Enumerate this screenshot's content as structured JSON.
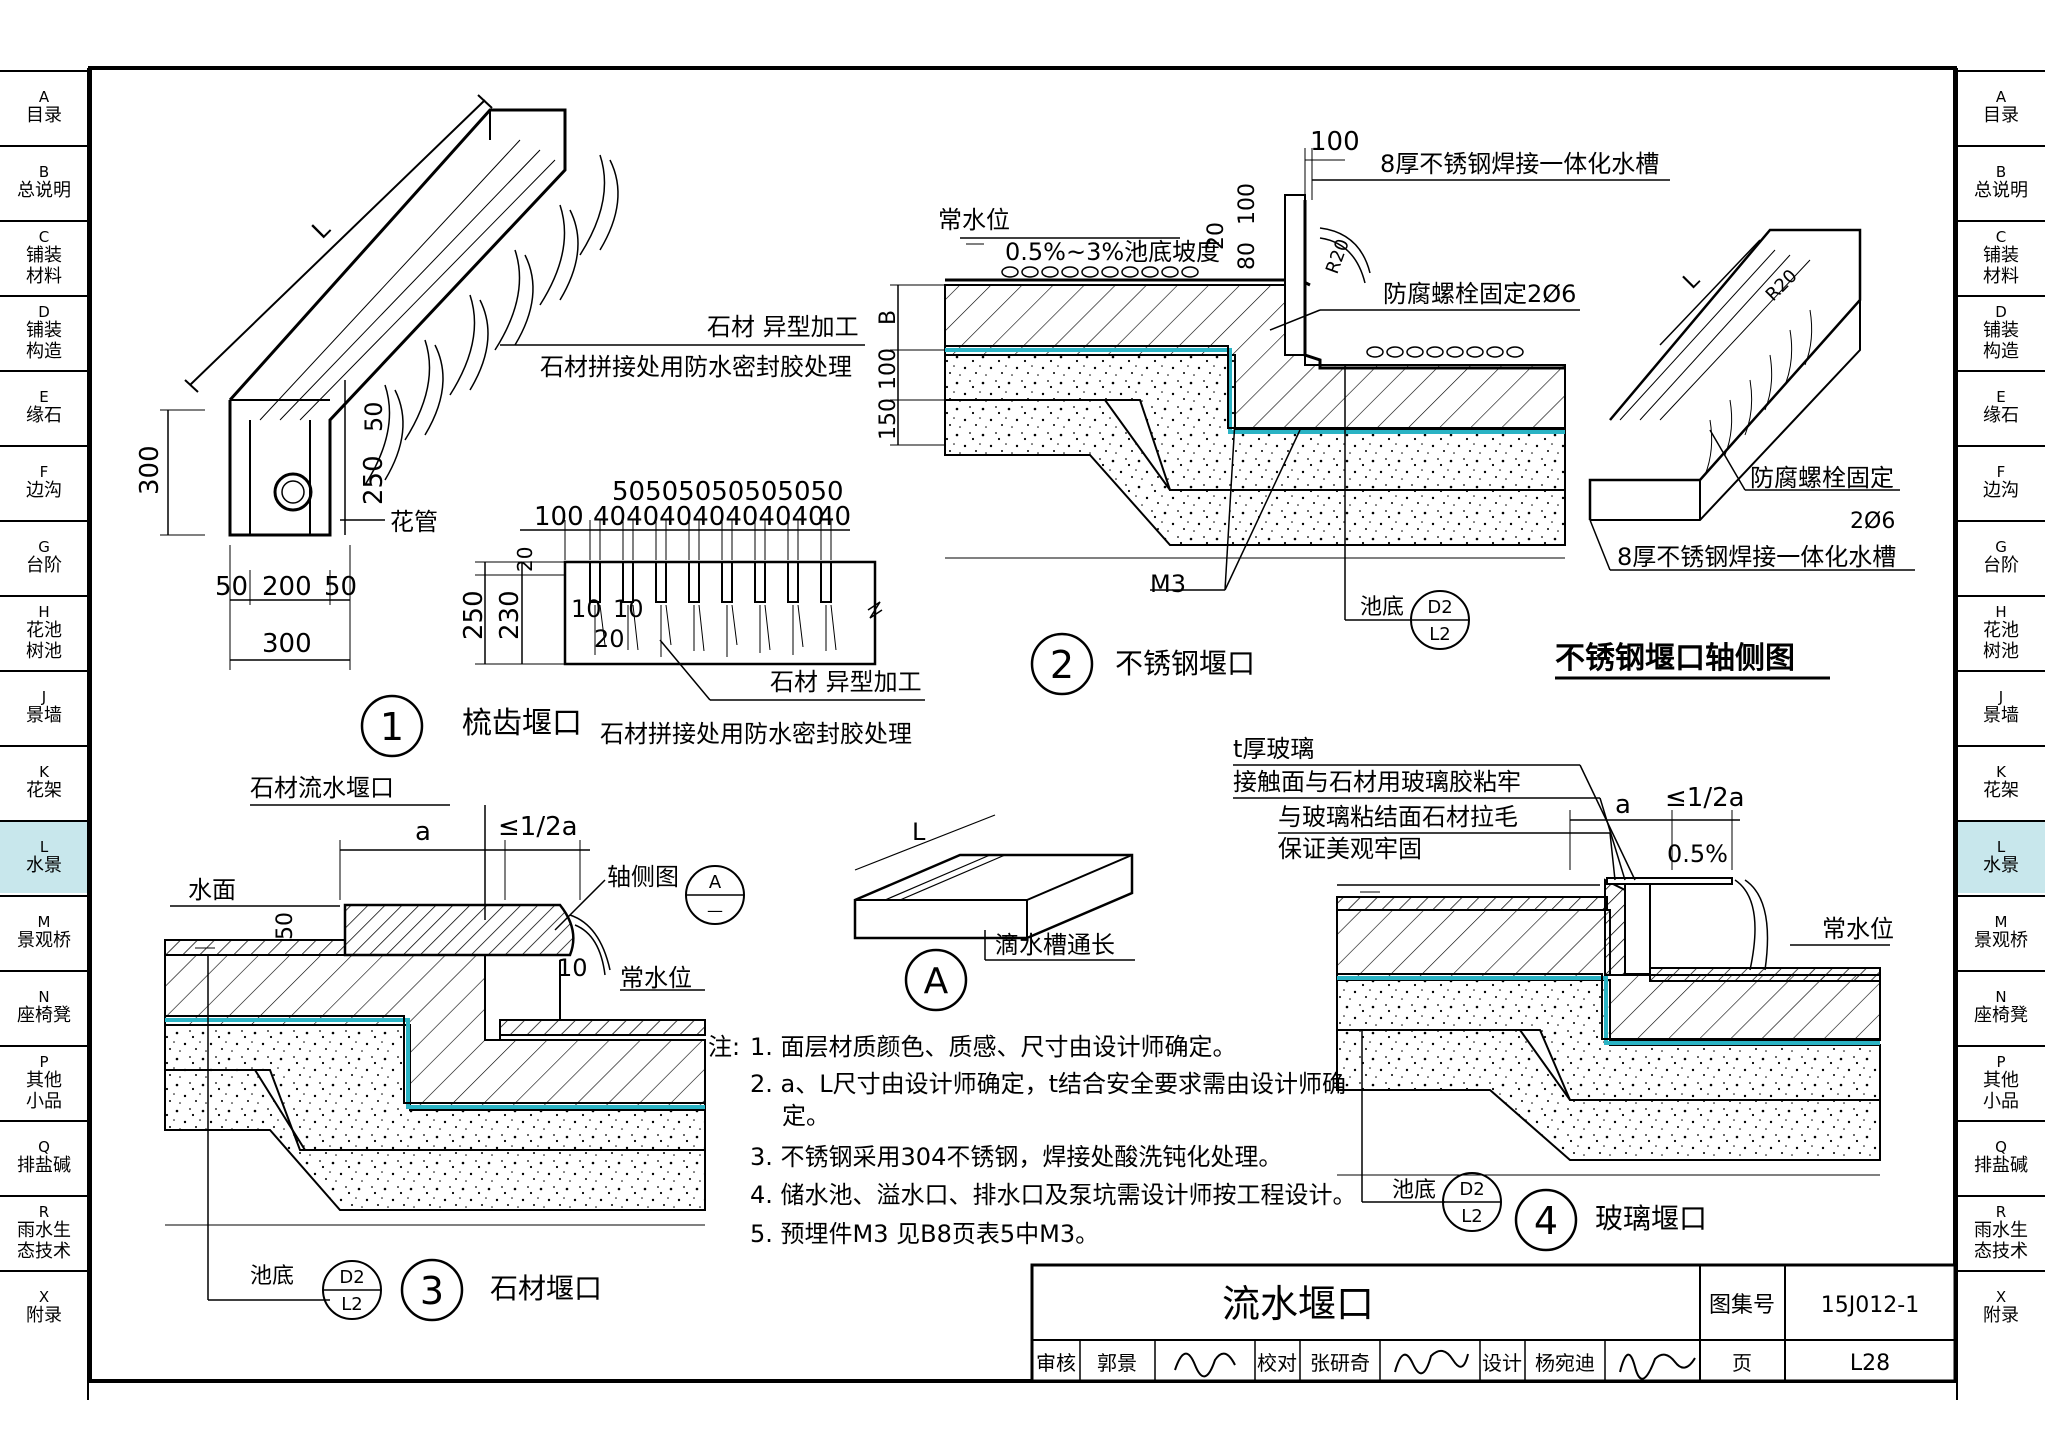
{
  "sidebar": [
    {
      "code": "A",
      "name": "目录"
    },
    {
      "code": "B",
      "name": "总说明"
    },
    {
      "code": "C",
      "name": "铺装材料"
    },
    {
      "code": "D",
      "name": "铺装构造"
    },
    {
      "code": "E",
      "name": "缘石"
    },
    {
      "code": "F",
      "name": "边沟"
    },
    {
      "code": "G",
      "name": "台阶"
    },
    {
      "code": "H",
      "name": "花池树池"
    },
    {
      "code": "J",
      "name": "景墙"
    },
    {
      "code": "K",
      "name": "花架"
    },
    {
      "code": "L",
      "name": "水景"
    },
    {
      "code": "M",
      "name": "景观桥"
    },
    {
      "code": "N",
      "name": "座椅凳"
    },
    {
      "code": "P",
      "name": "其他小品"
    },
    {
      "code": "Q",
      "name": "排盐碱"
    },
    {
      "code": "R",
      "name": "雨水生态技术"
    },
    {
      "code": "X",
      "name": "附录"
    }
  ],
  "sidebar_lines": {
    "C": [
      "C",
      "铺装",
      "材料"
    ],
    "D": [
      "D",
      "铺装",
      "构造"
    ],
    "H": [
      "H",
      "花池",
      "树池"
    ],
    "P": [
      "P",
      "其他",
      "小品"
    ],
    "R": [
      "R",
      "雨水生",
      "态技术"
    ]
  },
  "active_tab": "L",
  "colors": {
    "accent": "#2ab3c4",
    "active_tab_bg": "#c8e7ec",
    "line": "#000000"
  },
  "d1": {
    "num": "1",
    "title": "梳齿堰口",
    "dim_L": "L",
    "dim_300h": "300",
    "dim_50": "50",
    "dim_250": "250",
    "dim_50a": "50",
    "dim_200": "200",
    "dim_50b": "50",
    "dim_300w": "300",
    "label_pipe": "花管",
    "note_a": "石材 异型加工",
    "note_b": "石材拼接处用防水密封胶处理",
    "elev_top": "50505050505050",
    "elev_mid_a": "100",
    "elev_mid_b": "40404040404040",
    "elev_mid_c": "40",
    "elev_250": "250",
    "elev_230": "230",
    "elev_20": "20",
    "elev_10a": "10",
    "elev_10b": "10",
    "elev_20b": "20",
    "elev_note_a": "石材 异型加工",
    "elev_note_b": "石材拼接处用防水密封胶处理"
  },
  "d2": {
    "num": "2",
    "title": "不锈钢堰口",
    "dim_100": "100",
    "label_trough": "8厚不锈钢焊接一体化水槽",
    "label_water": "常水位",
    "label_slope": "0.5%~3%池底坡度",
    "dim_20": "20",
    "dim_80": "80",
    "dim_100v": "100",
    "dim_R20": "R20",
    "dim_B": "B",
    "dim_100b": "100",
    "dim_150": "150",
    "label_bolt": "防腐螺栓固定2Ø6",
    "label_M3": "M3",
    "label_base": "池底",
    "ref_top": "D2",
    "ref_bot": "L2"
  },
  "d2iso": {
    "title": "不锈钢堰口轴侧图",
    "dim_L": "L",
    "dim_R20": "R20",
    "label_bolt": "防腐螺栓固定",
    "label_bolt2": "2Ø6",
    "label_trough": "8厚不锈钢焊接一体化水槽"
  },
  "d3": {
    "num": "3",
    "title": "石材堰口",
    "label_weir": "石材流水堰口",
    "dim_a": "a",
    "dim_half": "≤1/2a",
    "label_surface": "水面",
    "dim_50": "50",
    "label_axo": "轴侧图",
    "ref_a": "A",
    "ref_dash": "—",
    "dim_10": "10",
    "label_water": "常水位",
    "label_base": "池底",
    "ref_top": "D2",
    "ref_bot": "L2"
  },
  "dA": {
    "num": "A",
    "dim_L": "L",
    "label": "滴水槽通长"
  },
  "d4": {
    "num": "4",
    "title": "玻璃堰口",
    "label_glass": "t厚玻璃",
    "label_glue": "接触面与石材用玻璃胶粘牢",
    "label_rough": "与玻璃粘结面石材拉毛",
    "label_firm": "保证美观牢固",
    "dim_a": "a",
    "dim_half": "≤1/2a",
    "dim_slope": "0.5%",
    "label_water": "常水位",
    "label_base": "池底",
    "ref_top": "D2",
    "ref_bot": "L2"
  },
  "notes": {
    "prefix": "注:",
    "items": [
      "1. 面层材质颜色、质感、尺寸由设计师确定。",
      "2. a、L尺寸由设计师确定，t结合安全要求需由设计师确",
      "定。",
      "3. 不锈钢采用304不锈钢，焊接处酸洗钝化处理。",
      "4. 储水池、溢水口、排水口及泵坑需设计师按工程设计。",
      "5. 预埋件M3 见B8页表5中M3。"
    ]
  },
  "titleblock": {
    "title": "流水堰口",
    "atlas_label": "图集号",
    "atlas_no": "15J012-1",
    "review_label": "审核",
    "reviewer": "郭景",
    "check_label": "校对",
    "checker": "张研奇",
    "design_label": "设计",
    "designer": "杨宛迪",
    "page_label": "页",
    "page_no": "L28"
  }
}
